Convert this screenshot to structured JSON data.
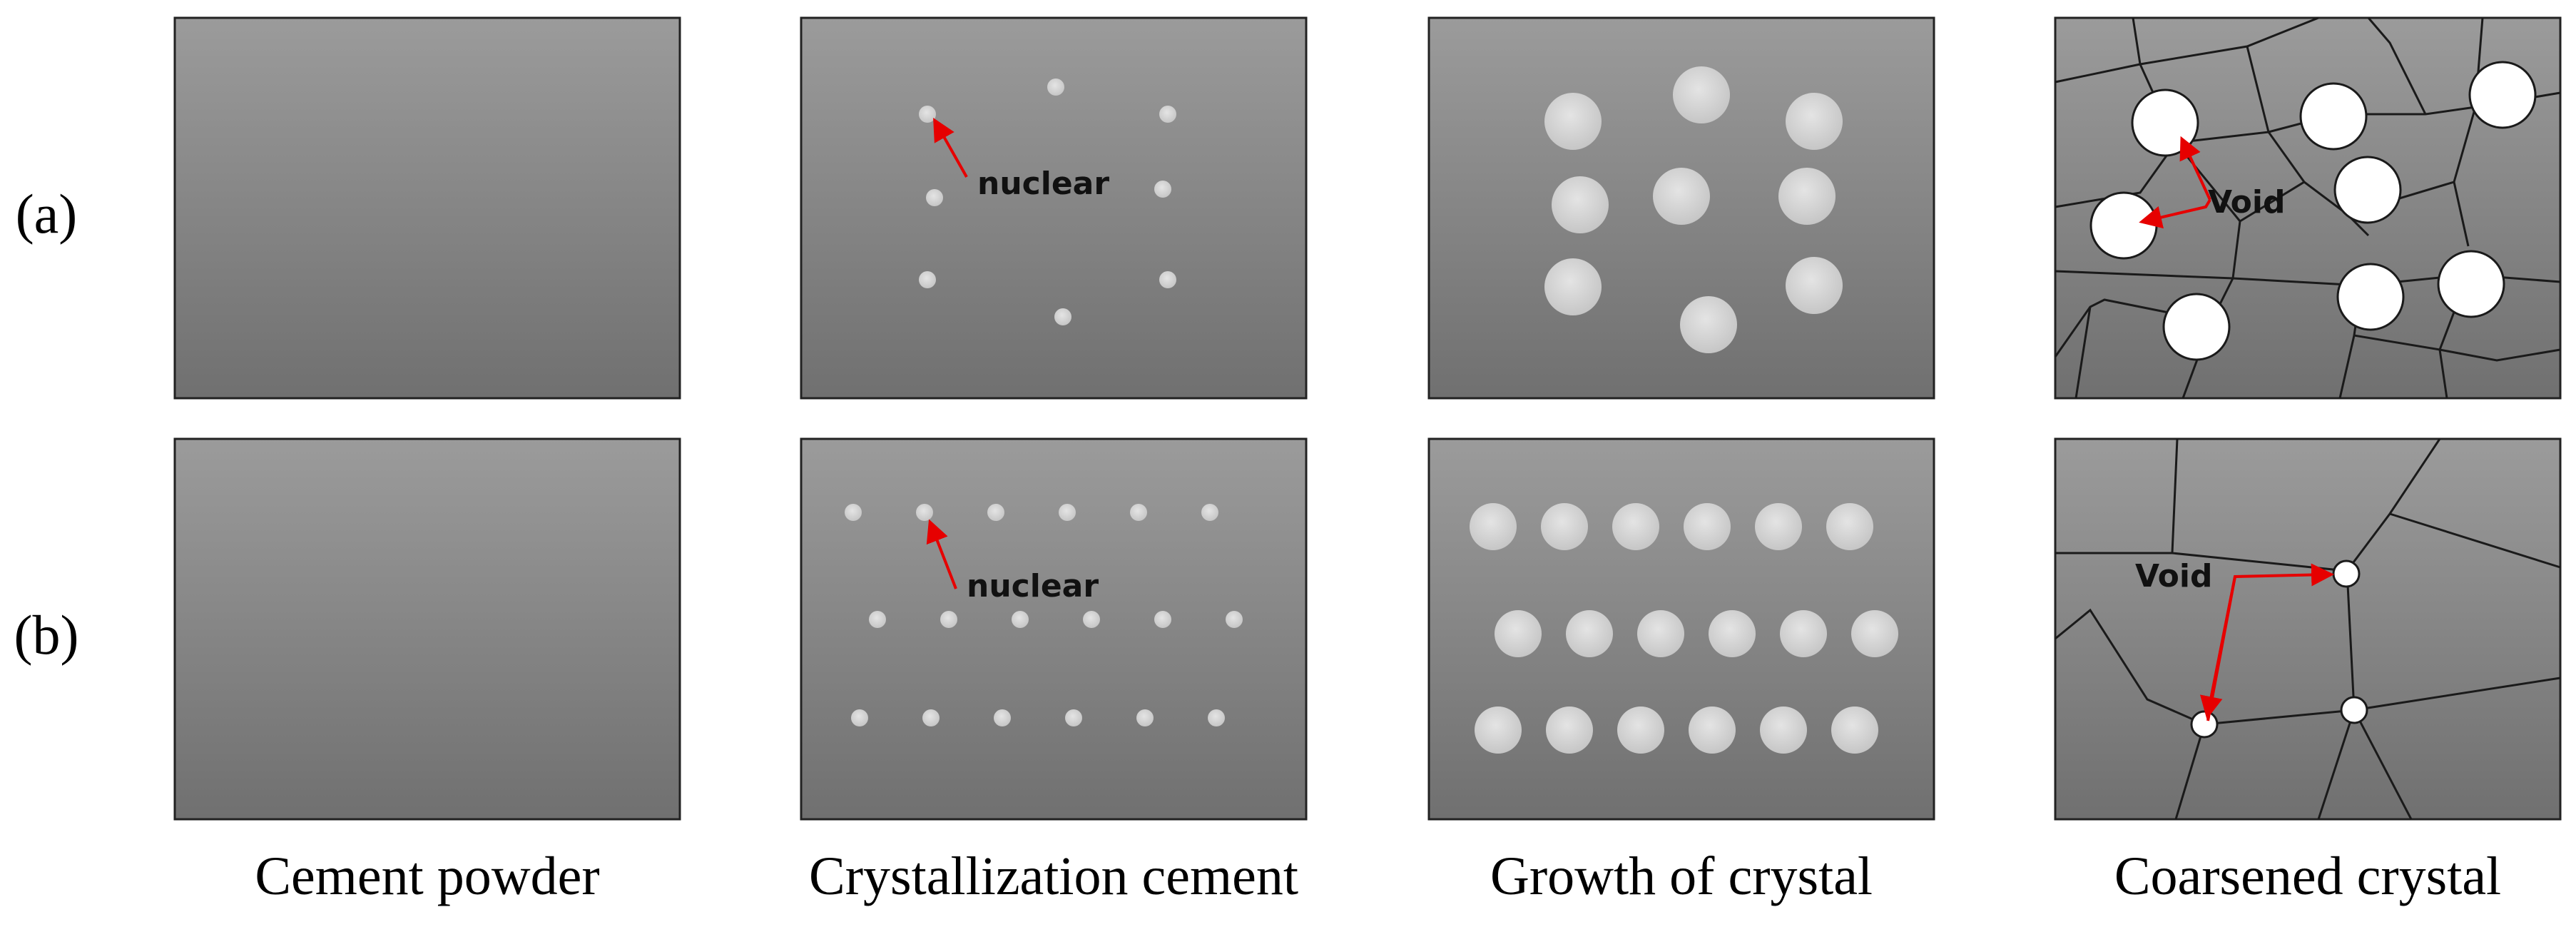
{
  "rows": [
    {
      "label": "(a)"
    },
    {
      "label": "(b)"
    }
  ],
  "captions": [
    "Cement powder",
    "Crystallization cement",
    "Growth of crystal",
    "Coarsened crystal"
  ],
  "annotations": {
    "nuclear_a": "nuclear",
    "nuclear_b": "nuclear",
    "void_a": "Void",
    "void_b": "Void"
  },
  "colors": {
    "panel_top": "#9b9b9b",
    "panel_bottom": "#707070",
    "crystal": "#d9d9d9",
    "void": "#ffffff",
    "arrow": "#e60000",
    "grain_line": "#1a1a1a"
  }
}
